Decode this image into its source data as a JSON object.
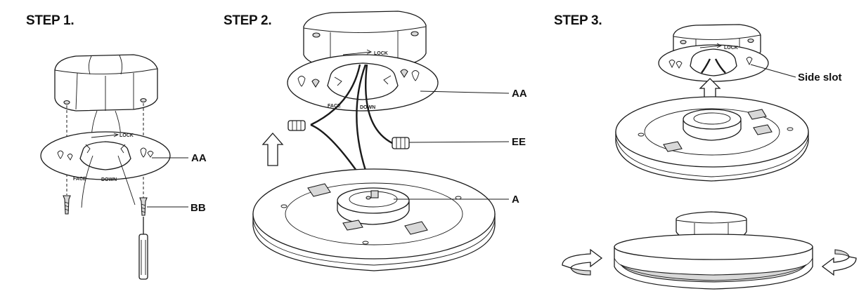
{
  "steps": [
    {
      "title": "STEP 1."
    },
    {
      "title": "STEP 2."
    },
    {
      "title": "STEP 3."
    }
  ],
  "callouts": {
    "aa_step1": "AA",
    "bb": "BB",
    "aa_step2": "AA",
    "ee": "EE",
    "a": "A",
    "side_slot": "Side slot"
  },
  "plate_text": {
    "lock": "LOCK",
    "face": "FACE",
    "down": "DOWN"
  }
}
